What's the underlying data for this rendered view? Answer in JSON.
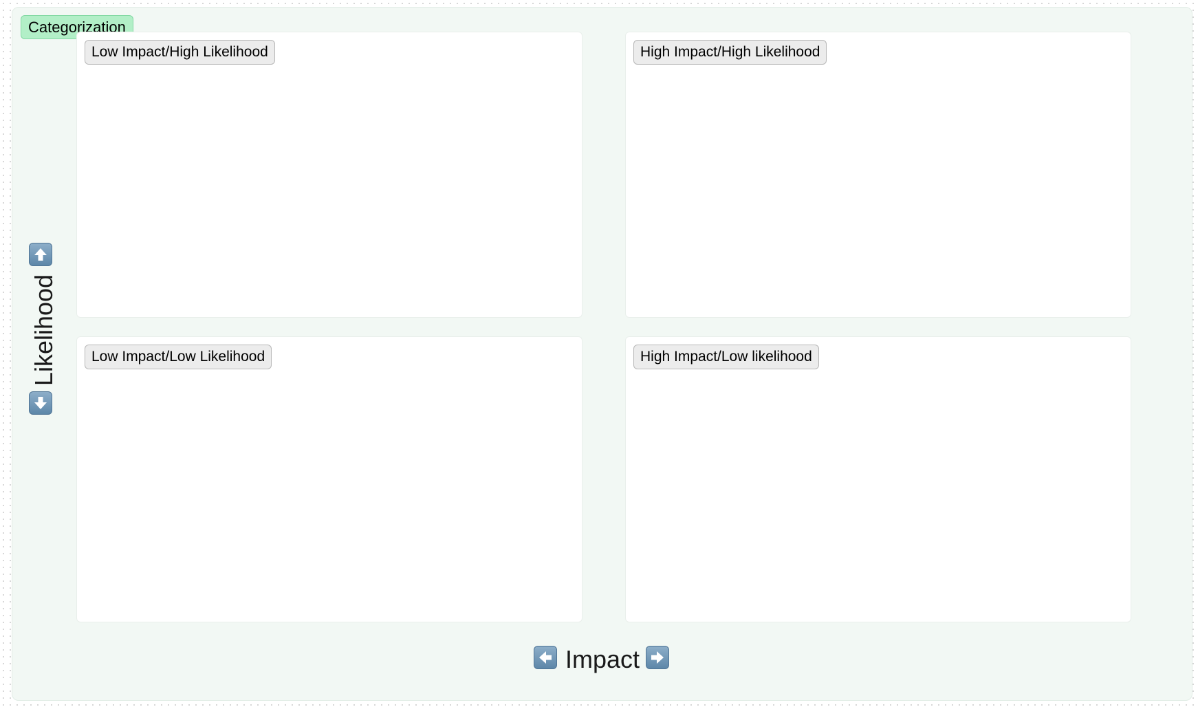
{
  "frame": {
    "title": "Categorization"
  },
  "quadrants": {
    "top_left": "Low Impact/High Likelihood",
    "top_right": "High Impact/High Likelihood",
    "bottom_left": "Low Impact/Low Likelihood",
    "bottom_right": "High Impact/Low likelihood"
  },
  "axes": {
    "y_label": "Likelihood",
    "x_label": "Impact"
  },
  "icons": {
    "up": "up-arrow-icon",
    "down": "down-arrow-icon",
    "left": "left-arrow-icon",
    "right": "right-arrow-icon"
  },
  "colors": {
    "frame_background": "#f2f8f4",
    "title_badge": "#b2efc7",
    "quadrant_label": "#ececec",
    "arrow_button": "#6f97b8"
  }
}
